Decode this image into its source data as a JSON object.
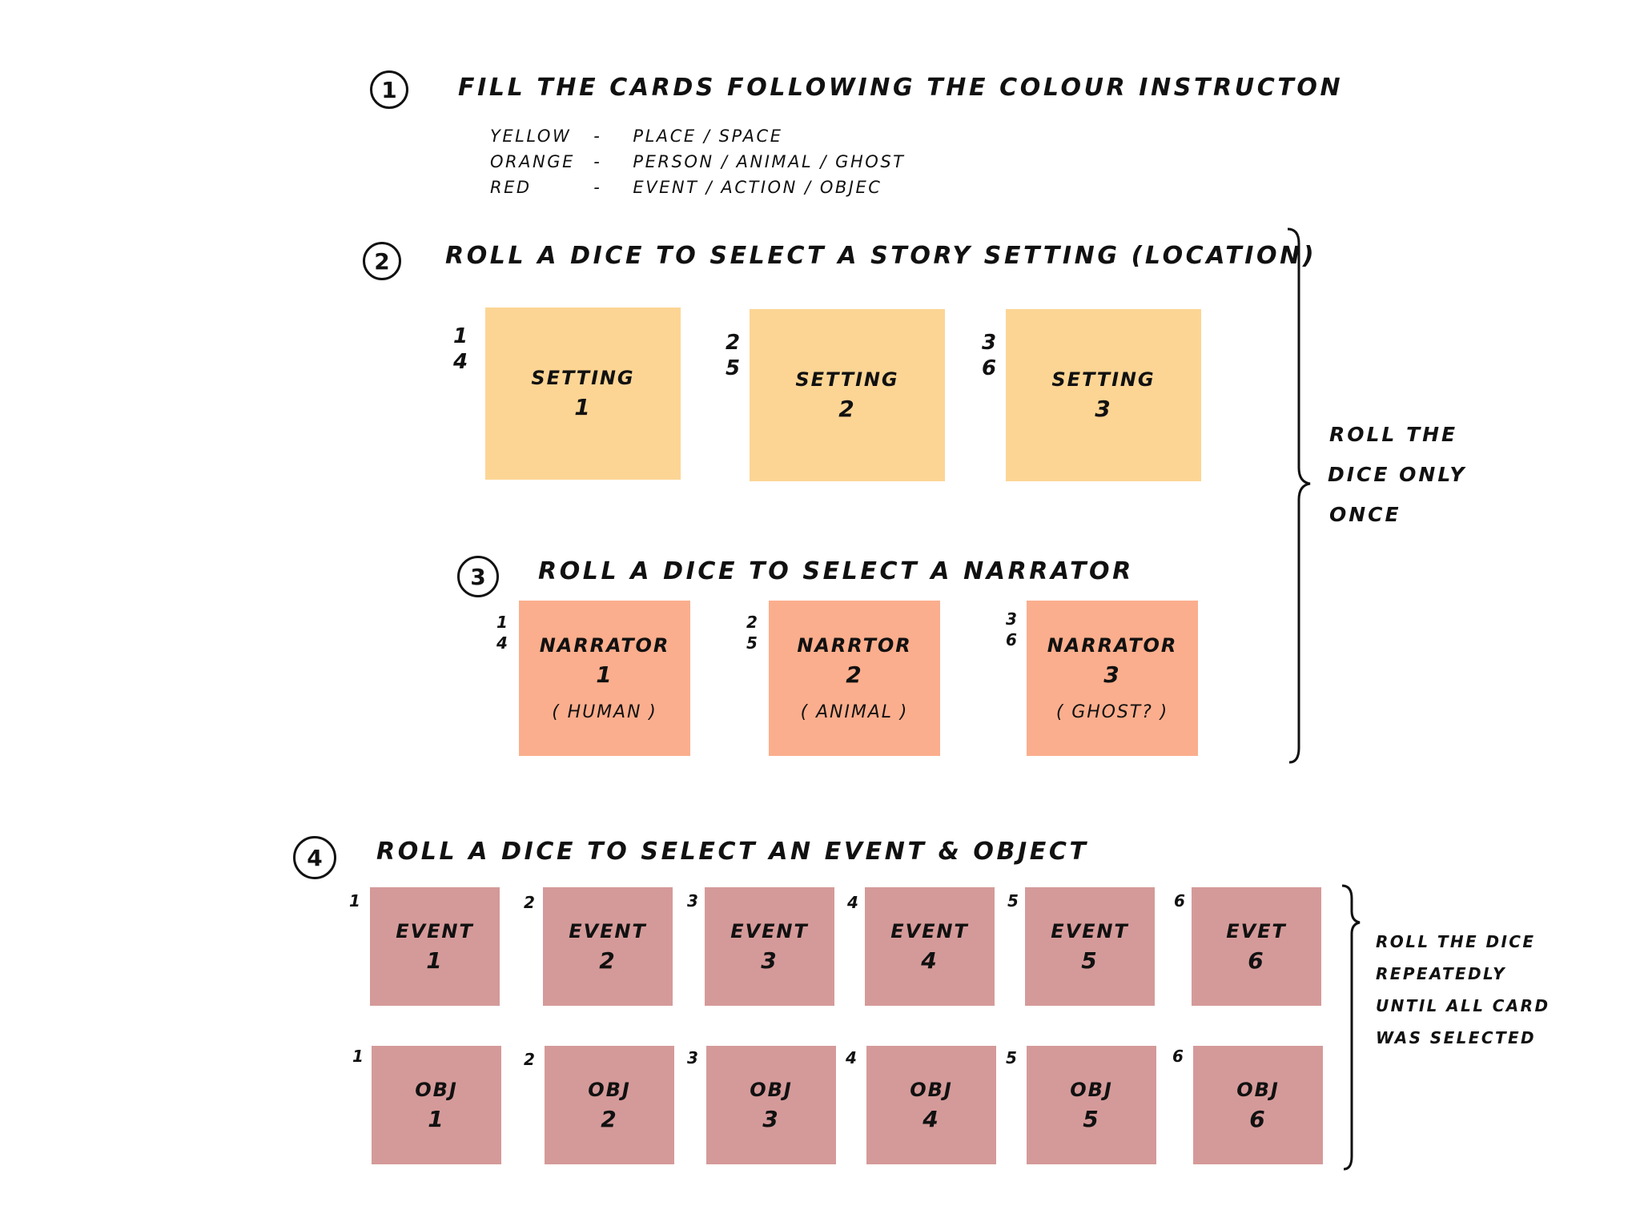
{
  "step1": {
    "number": "1",
    "title": "Fill the cards following the colour instructon",
    "legend": [
      {
        "color": "Yellow",
        "dash": "-",
        "meaning": "Place / space"
      },
      {
        "color": "Orange",
        "dash": "-",
        "meaning": "Person / animal / ghost"
      },
      {
        "color": "Red",
        "dash": "-",
        "meaning": "Event / action / objec"
      }
    ]
  },
  "step2": {
    "number": "2",
    "title": "Roll a dice to select a story setting (location)",
    "cards": [
      {
        "dice": [
          "1",
          "4"
        ],
        "name": "Setting",
        "num": "1"
      },
      {
        "dice": [
          "2",
          "5"
        ],
        "name": "Setting",
        "num": "2"
      },
      {
        "dice": [
          "3",
          "6"
        ],
        "name": "Setting",
        "num": "3"
      }
    ]
  },
  "step3": {
    "number": "3",
    "title": "Roll a dice to select a narrator",
    "cards": [
      {
        "dice": [
          "1",
          "4"
        ],
        "name": "Narrator",
        "num": "1",
        "sub": "( Human )"
      },
      {
        "dice": [
          "2",
          "5"
        ],
        "name": "Narrtor",
        "num": "2",
        "sub": "( Animal )"
      },
      {
        "dice": [
          "3",
          "6"
        ],
        "name": "Narrator",
        "num": "3",
        "sub": "( Ghost? )"
      }
    ]
  },
  "note_once": [
    "Roll the",
    "dice only",
    "once"
  ],
  "step4": {
    "number": "4",
    "title": "Roll a dice to select an event & object",
    "events": [
      {
        "dice": "1",
        "name": "Event",
        "num": "1"
      },
      {
        "dice": "2",
        "name": "Event",
        "num": "2"
      },
      {
        "dice": "3",
        "name": "Event",
        "num": "3"
      },
      {
        "dice": "4",
        "name": "Event",
        "num": "4"
      },
      {
        "dice": "5",
        "name": "Event",
        "num": "5"
      },
      {
        "dice": "6",
        "name": "Evet",
        "num": "6"
      }
    ],
    "objects": [
      {
        "dice": "1",
        "name": "Obj",
        "num": "1"
      },
      {
        "dice": "2",
        "name": "Obj",
        "num": "2"
      },
      {
        "dice": "3",
        "name": "Obj",
        "num": "3"
      },
      {
        "dice": "4",
        "name": "Obj",
        "num": "4"
      },
      {
        "dice": "5",
        "name": "Obj",
        "num": "5"
      },
      {
        "dice": "6",
        "name": "Obj",
        "num": "6"
      }
    ]
  },
  "note_repeat": [
    "Roll the dice",
    "repeatedly",
    "until all card",
    "was selected"
  ],
  "colors": {
    "yellow": "#fcd594",
    "orange": "#fbae8d",
    "red": "#d49a99",
    "ink": "#111111"
  }
}
